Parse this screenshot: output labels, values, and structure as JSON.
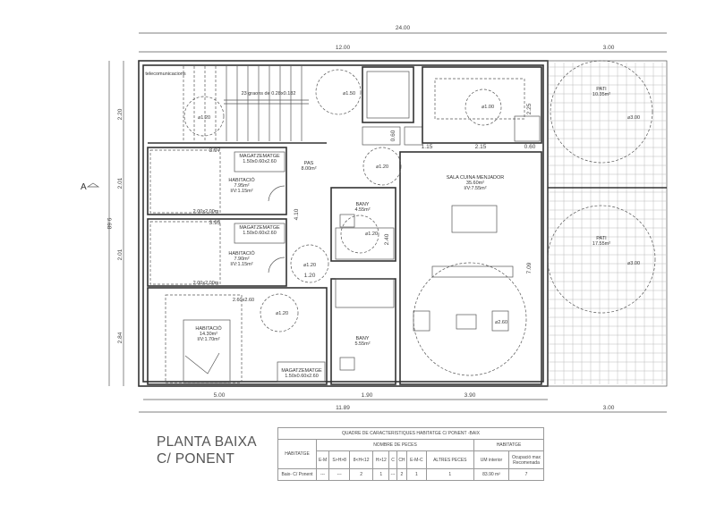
{
  "plan": {
    "section_marker": "A",
    "dimensions": {
      "top_total": "24.00",
      "top_building": "12.00",
      "top_patio": "3.00",
      "bottom_rooms": "5.00",
      "bottom_bath": "1.90",
      "bottom_living": "3.90",
      "bottom_total": "11.89",
      "bottom_patio": "3.00",
      "left_1": "2.20",
      "left_2": "2.01",
      "left_3": "2.01",
      "left_4": "2.84",
      "left_total": "9.68",
      "kitchen_1": "1.15",
      "kitchen_2": "2.15",
      "kitchen_3": "0.60",
      "kitchen_v": "2.25",
      "hall_v": "0.60",
      "pas_v": "4.10",
      "bath_v": "2.40",
      "living_v": "7.09",
      "room1_w": "3.97",
      "room2_w": "3.95",
      "corridor": "1.20"
    },
    "labels": {
      "telecom": "telecomunicacions",
      "stairs": "23 graons de 0.28x0.182",
      "circle_120": "⌀1.20",
      "circle_150": "⌀1.50",
      "circle_100": "⌀1.00",
      "circle_260": "⌀2.60",
      "circle_300": "⌀3.00",
      "bed": "2.00x2.00m",
      "bed_double": "2.60x2.60"
    },
    "rooms": {
      "room1": {
        "name": "HABITACIÓ",
        "area": "7.95m²",
        "iv": "I/V:1.15m²"
      },
      "room2": {
        "name": "HABITACIÓ",
        "area": "7.90m²",
        "iv": "I/V:1.15m²"
      },
      "room3": {
        "name": "HABITACIÓ",
        "area": "14.30m²",
        "iv": "I/V:1.70m²"
      },
      "storage": {
        "name": "MAGATZEMATGE",
        "size": "1.50x0.60x2.60"
      },
      "pas": {
        "name": "PAS",
        "area": "8.00m²"
      },
      "bath1": {
        "name": "BANY",
        "area": "4.55m²"
      },
      "bath2": {
        "name": "BANY",
        "area": "5.55m²"
      },
      "living": {
        "name": "SALA CUINA MENJADOR",
        "area": "35.60m²",
        "iv": "I/V:7.55m²"
      },
      "patio1": {
        "name": "PATI",
        "area": "10.35m²"
      },
      "patio2": {
        "name": "PATI",
        "area": "17.55m²"
      }
    }
  },
  "title": {
    "line1": "PLANTA BAIXA",
    "line2": "C/ PONENT"
  },
  "table": {
    "title": "QUADRE DE CARACTERISTIQUES HABITATGE C/ PONENT -BAIX",
    "col_habitatge": "HABITATGE",
    "group_peces": "NOMBRE DE PECES",
    "group_habitatge": "HABITATGE",
    "columns": [
      "E-M",
      "S>H>8",
      "8<H<12",
      "H>12",
      "C",
      "CH",
      "E-M-C",
      "ALTRES PECES",
      "UM interior",
      "Ocupació max Recomenada"
    ],
    "row": [
      "Baix- C/ Ponent",
      "---",
      "---",
      "2",
      "1",
      "---",
      "2",
      "1",
      "1",
      "83.90 m²",
      "7"
    ]
  }
}
